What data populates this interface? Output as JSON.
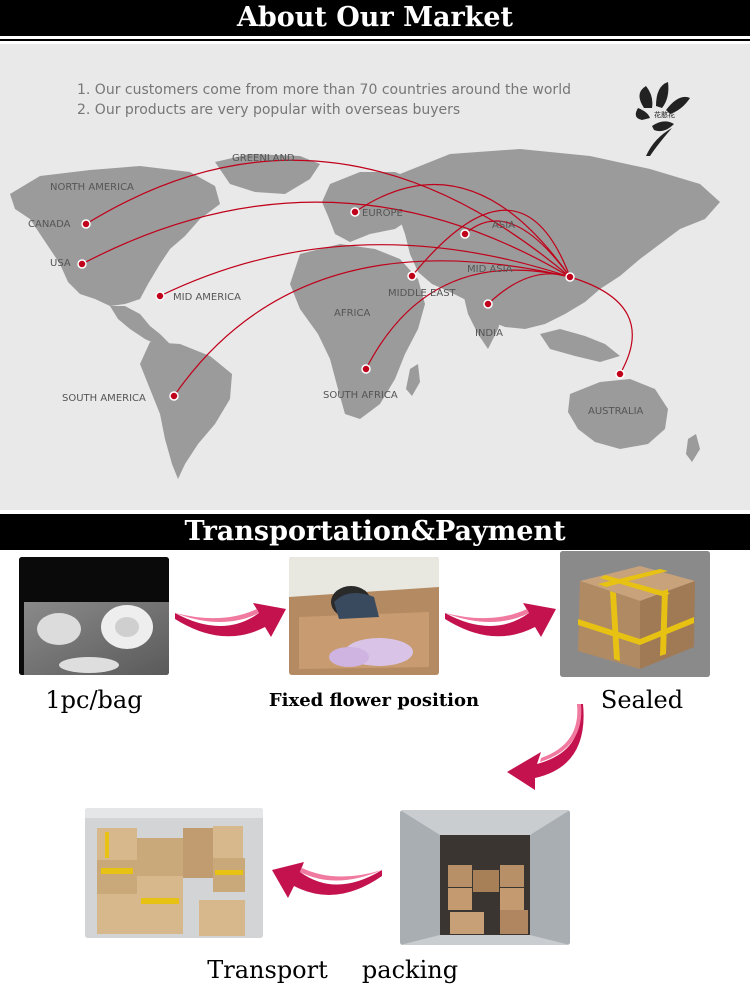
{
  "header": {
    "title": "About Our Market"
  },
  "market": {
    "line1": "1. Our customers come from more than 70 countries around the world",
    "line2": "2. Our products are very popular with overseas buyers",
    "logo_text": "花憨花",
    "regions": {
      "greenland": "GREENLAND",
      "north_america": "NORTH AMERICA",
      "canada": "CANADA",
      "usa": "USA",
      "mid_america": "MID AMERICA",
      "south_america": "SOUTH AMERICA",
      "europe": "EUROPE",
      "asia": "ASIA",
      "mid_asia": "MID ASIA",
      "middle_east": "MIDDLE EAST",
      "africa": "AFRICA",
      "india": "INDIA",
      "south_africa": "SOUTH AFRICA",
      "australia": "AUSTRALIA"
    }
  },
  "section2": {
    "title": "Transportation&Payment"
  },
  "steps": {
    "bag": "1pc/bag",
    "fixed": "Fixed flower position",
    "sealed": "Sealed",
    "transport": "Transport",
    "packing": "packing"
  },
  "colors": {
    "route": "#c0001a",
    "arrow": "#c3124d",
    "land": "#9a9a9a",
    "ocean": "#e9e9e9"
  }
}
